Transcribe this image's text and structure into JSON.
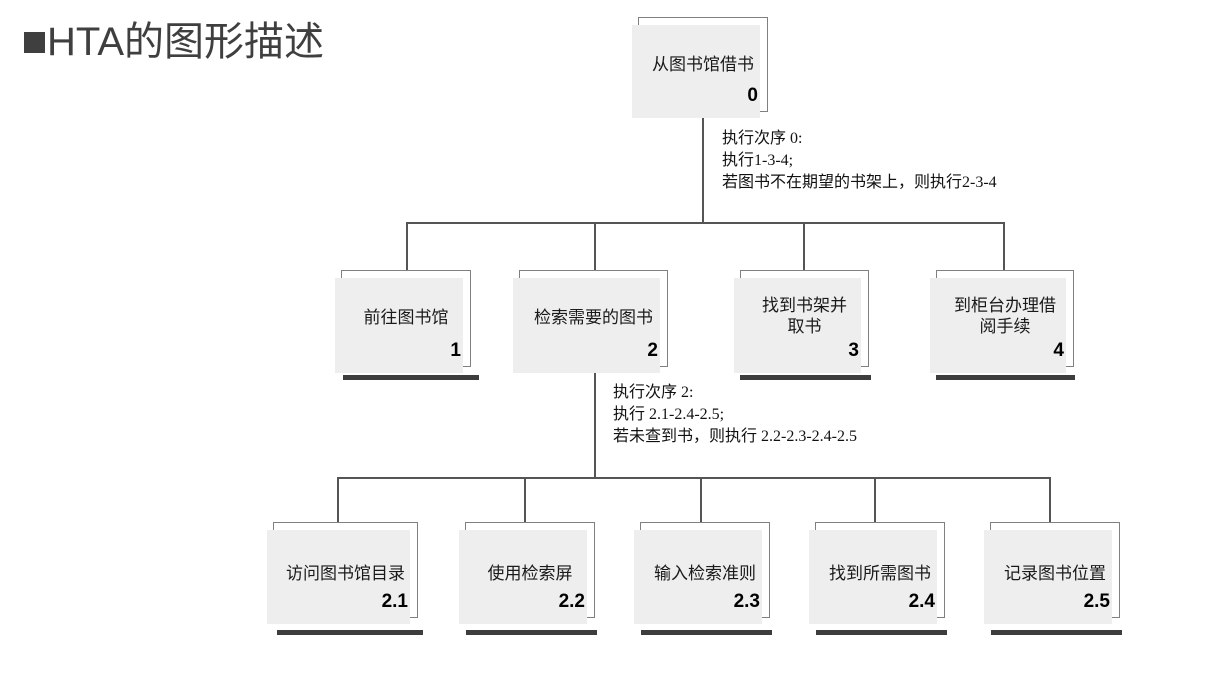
{
  "slide": {
    "title_bullet": "■",
    "title": "HTA的图形描述",
    "background": "#ffffff",
    "accent": "#3f3f3f"
  },
  "diagram": {
    "type": "hierarchical-task-analysis",
    "root": {
      "label": "从图书馆借书",
      "number": "0"
    },
    "level2": [
      {
        "label": "前往图书馆",
        "label2": "",
        "number": "1",
        "terminal": true
      },
      {
        "label": "检索需要的图书",
        "label2": "",
        "number": "2",
        "terminal": false
      },
      {
        "label": "找到书架并",
        "label2": "取书",
        "number": "3",
        "terminal": true
      },
      {
        "label": "到柜台办理借",
        "label2": "阅手续",
        "number": "4",
        "terminal": true
      }
    ],
    "level3": [
      {
        "label": "访问图书馆目录",
        "number": "2.1",
        "terminal": true
      },
      {
        "label": "使用检索屏",
        "number": "2.2",
        "terminal": true
      },
      {
        "label": "输入检索准则",
        "number": "2.3",
        "terminal": true
      },
      {
        "label": "找到所需图书",
        "number": "2.4",
        "terminal": true
      },
      {
        "label": "记录图书位置",
        "number": "2.5",
        "terminal": true
      }
    ],
    "annotations": [
      {
        "line1": "执行次序 0:",
        "line2": "执行1-3-4;",
        "line3": "若图书不在期望的书架上，则执行2-3-4"
      },
      {
        "line1": "执行次序 2:",
        "line2": "执行 2.1-2.4-2.5;",
        "line3": "若未查到书，则执行 2.2-2.3-2.4-2.5"
      }
    ]
  }
}
